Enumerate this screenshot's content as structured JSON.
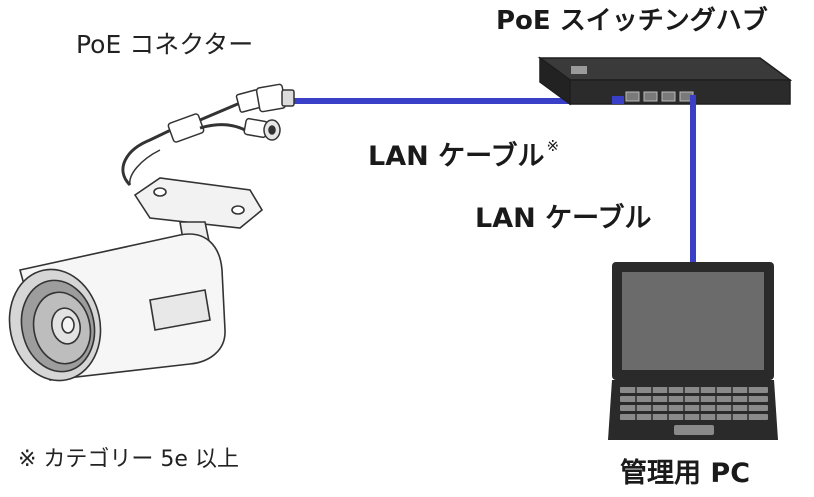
{
  "labels": {
    "poe_connector": "PoE コネクター",
    "poe_switching_hub": "PoE スイッチングハブ",
    "lan_cable_1": "LAN ケーブル",
    "lan_cable_1_mark": "※",
    "lan_cable_2": "LAN ケーブル",
    "management_pc": "管理用 PC",
    "footnote": "※ カテゴリー 5e 以上"
  },
  "colors": {
    "cable": "#3a3fc7",
    "device_dark": "#2b2b2b",
    "camera_body": "#f4f4f4",
    "outline": "#333333"
  }
}
